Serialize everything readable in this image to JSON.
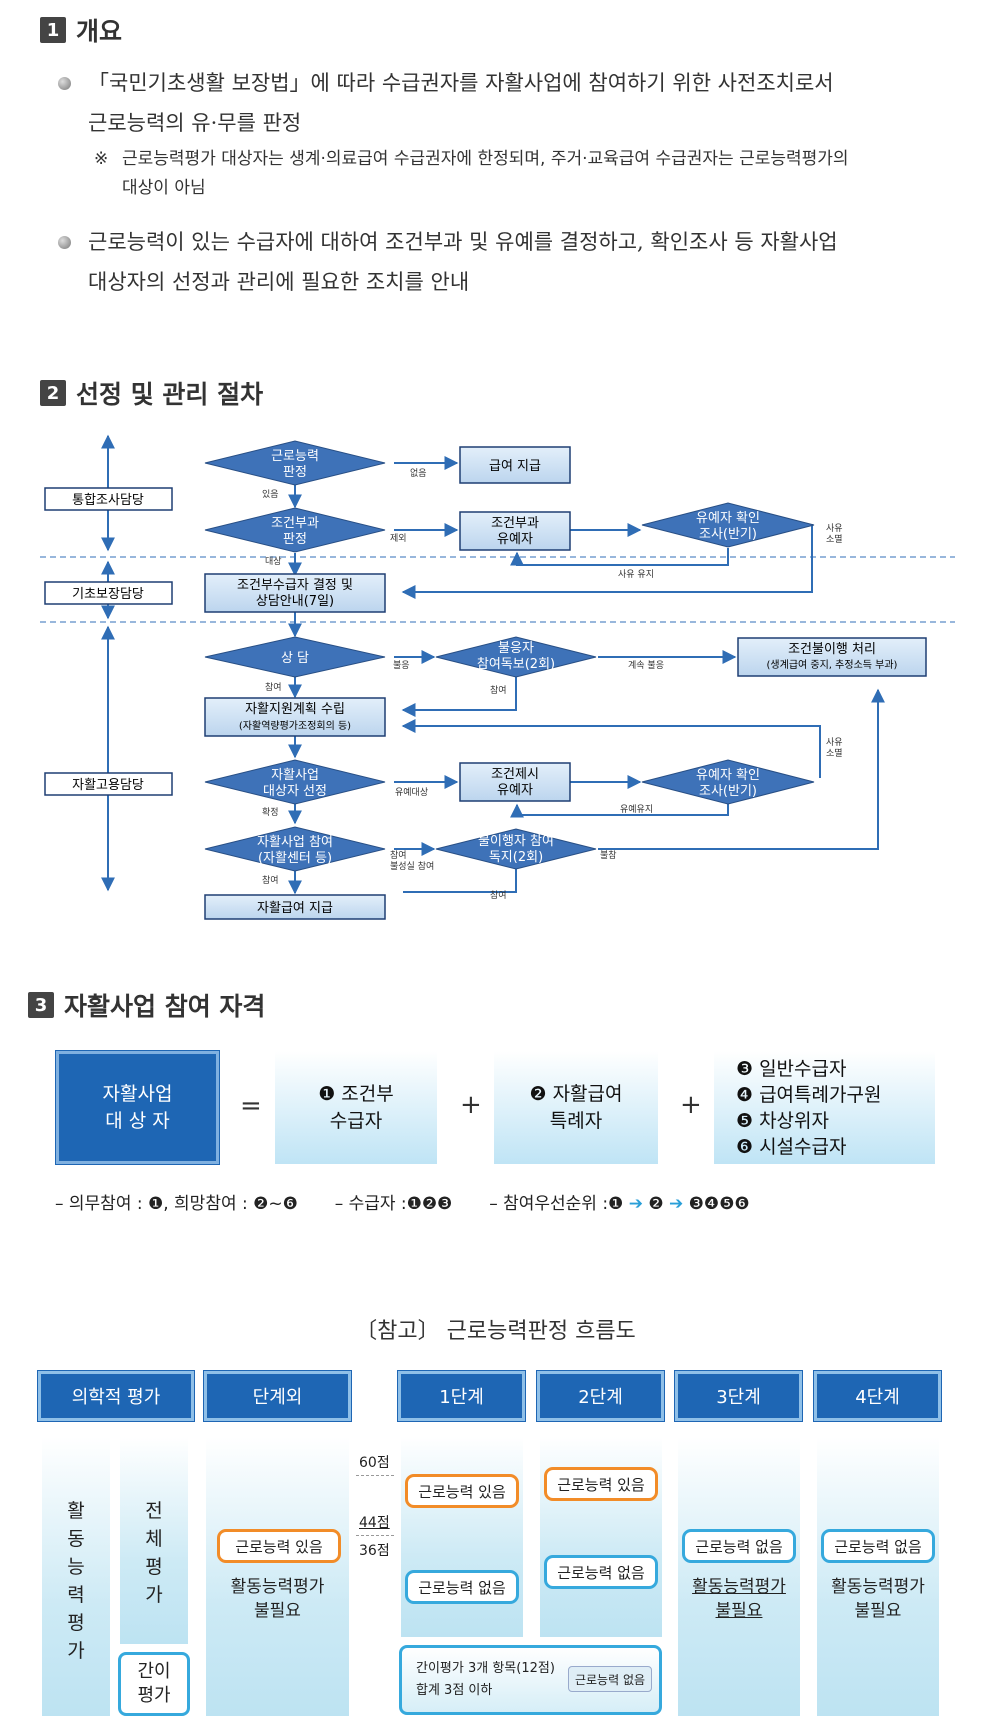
{
  "section1": {
    "number": "1",
    "title": "개요",
    "bullet1_line1": "「국민기초생활 보장법」에 따라 수급권자를 자활사업에 참여하기 위한 사전조치로서",
    "bullet1_line2": "근로능력의 유·무를 판정",
    "note_mark": "※",
    "note_line1": "근로능력평가 대상자는 생계·의료급여 수급권자에 한정되며, 주거·교육급여 수급권자는 근로능력평가의",
    "note_line2": "대상이 아님",
    "bullet2_line1": "근로능력이 있는 수급자에 대하여 조건부과 및 유예를 결정하고, 확인조사 등 자활사업",
    "bullet2_line2": "대상자의 선정과 관리에 필요한 조치를 안내"
  },
  "section2": {
    "number": "2",
    "title": "선정 및 관리 절차",
    "roles": [
      "통합조사담당",
      "기초보장담당",
      "자활고용담당"
    ],
    "d_work_a": "근로능력",
    "d_work_b": "판정",
    "r_benefit": "급여 지급",
    "d_cond_a": "조건부과",
    "d_cond_b": "판정",
    "r_defer_a": "조건부과",
    "r_defer_b": "유예자",
    "d_check1_a": "유예자 확인",
    "d_check1_b": "조사(반기)",
    "r_decide_a": "조건부수급자 결정 및",
    "r_decide_b": "상담안내(7일)",
    "d_consult": "상 담",
    "d_notice1_a": "불응자",
    "d_notice1_b": "참여독보(2회)",
    "r_penalty_a": "조건불이행 처리",
    "r_penalty_b": "(생계급여 중지, 추정소득 부과)",
    "r_plan_a": "자활지원계획 수립",
    "r_plan_b": "(자활역량평가조정회의 등)",
    "d_select_a": "자활사업",
    "d_select_b": "대상자 선정",
    "r_exempt_a": "조건제시",
    "r_exempt_b": "유예자",
    "d_check2_a": "유예자 확인",
    "d_check2_b": "조사(반기)",
    "d_join_a": "자활사업 참여",
    "d_join_b": "(자활센터 등)",
    "d_notice2_a": "불이행자 참여",
    "d_notice2_b": "독지(2회)",
    "r_pay": "자활급여 지급",
    "lbl_none": "없음",
    "lbl_have": "있음",
    "lbl_except": "제외",
    "lbl_target": "대상",
    "lbl_reason_a": "사유",
    "lbl_reason_b": "소멸",
    "lbl_keep": "사유 유지",
    "lbl_refuse": "불응",
    "lbl_continue": "계속 불응",
    "lbl_join": "참여",
    "lbl_defer_target": "유예대상",
    "lbl_defer_keep": "유예유지",
    "lbl_confirm": "확정",
    "lbl_join_a": "참여",
    "lbl_join_b": "불성실 참여",
    "lbl_absent": "불참"
  },
  "section3": {
    "number": "3",
    "title": "자활사업 참여 자격",
    "main_a": "자활사업",
    "main_b": "대 상 자",
    "eq": "=",
    "plus": "+",
    "b1_a": "❶ 조건부",
    "b1_b": "수급자",
    "b2_a": "❷ 자활급여",
    "b2_b": "특례자",
    "b3": [
      "❸ 일반수급자",
      "❹ 급여특례가구원",
      "❺ 차상위자",
      "❻ 시설수급자"
    ],
    "legend_a": "– 의무참여 : ❶, 희망참여 : ❷~❻",
    "legend_b": "– 수급자 :❶❷❸",
    "legend_c": "– 참여우선순위 :❶",
    "legend_arrow": "➔",
    "legend_d": "❷",
    "legend_e": "❸❹❺❻"
  },
  "reference": {
    "title": "〔참고〕 근로능력판정 흐름도",
    "headers": [
      "의학적 평가",
      "단계외",
      "1단계",
      "2단계",
      "3단계",
      "4단계"
    ],
    "vert_main": [
      "활",
      "동",
      "능",
      "력",
      "평",
      "가"
    ],
    "vert_full": [
      "전",
      "체",
      "평",
      "가"
    ],
    "simple_a": "간이",
    "simple_b": "평가",
    "scores": [
      "60점",
      "44점",
      "36점"
    ],
    "able": "근로능력 있음",
    "unable": "근로능력 없음",
    "not_needed_a": "활동능력평가",
    "not_needed_b": "불필요",
    "simple_note_a": "간이평가 3개 항목(12점)",
    "simple_note_b": "합계 3점 이하"
  }
}
